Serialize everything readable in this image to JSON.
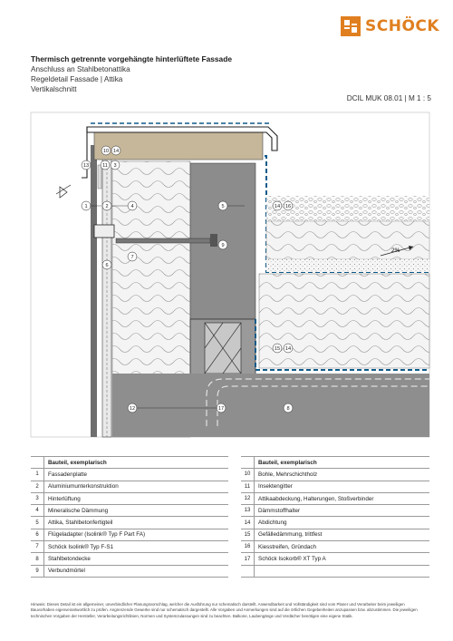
{
  "brand": {
    "name": "SCHÖCK",
    "accent": "#e07f1f"
  },
  "header": {
    "title": "Thermisch getrennte vorgehängte hinterlüftete Fassade",
    "line1": "Anschluss an Stahlbetonattika",
    "line2": "Regeldetail Fassade | Attika",
    "line3": "Vertikalschnitt",
    "code": "DCIL MUK 08.01   |   M 1 : 5"
  },
  "drawing": {
    "slope": "2%"
  },
  "legend": {
    "heading": "Bauteil, exemplarisch",
    "left": [
      {
        "n": "1",
        "label": "Fassadenplatte"
      },
      {
        "n": "2",
        "label": "Aluminiumunterkonstruktion"
      },
      {
        "n": "3",
        "label": "Hinterlüftung"
      },
      {
        "n": "4",
        "label": "Mineralische Dämmung"
      },
      {
        "n": "5",
        "label": "Attika, Stahlbetonfertigteil"
      },
      {
        "n": "6",
        "label": "Flügeladapter (Isolink® Typ F Part FA)"
      },
      {
        "n": "7",
        "label": "Schöck Isolink® Typ F-S1"
      },
      {
        "n": "8",
        "label": "Stahlbetondecke"
      },
      {
        "n": "9",
        "label": "Verbundmörtel"
      }
    ],
    "right": [
      {
        "n": "10",
        "label": "Bohle, Mehrschichtholz"
      },
      {
        "n": "11",
        "label": "Insektengitter"
      },
      {
        "n": "12",
        "label": "Attikaabdeckung, Halterungen, Stoßverbinder"
      },
      {
        "n": "13",
        "label": "Dämmstoffhalter"
      },
      {
        "n": "14",
        "label": "Abdichtung"
      },
      {
        "n": "15",
        "label": "Gefälledämmung, trittfest"
      },
      {
        "n": "16",
        "label": "Kiesstreifen, Gründach"
      },
      {
        "n": "17",
        "label": "Schöck Isokorb® XT Typ A"
      },
      {
        "n": "",
        "label": ""
      }
    ]
  },
  "note": "Hinweis: Dieses Detail ist ein allgemeiner, unverbindlicher Planungsvorschlag, welcher die Ausführung nur schematisch darstellt. Anwendbarkeit und Vollständigkeit sind vom Planer und Verarbeiter beim jeweiligen Bauvorhaben eigenverantwortlich zu prüfen. Angrenzende Gewerke sind nur schematisch dargestellt. Alle Vorgaben und Anmerkungen sind auf die örtlichen Gegebenheiten anzupassen bzw. abzustimmen. Die jeweiligen technischen Vorgaben der Hersteller, Verarbeitungsrichtlinien, Normen und Systemzulassungen sind zu beachten. Balkone, Laubengänge und Verdächer benötigen eine eigene Statik."
}
